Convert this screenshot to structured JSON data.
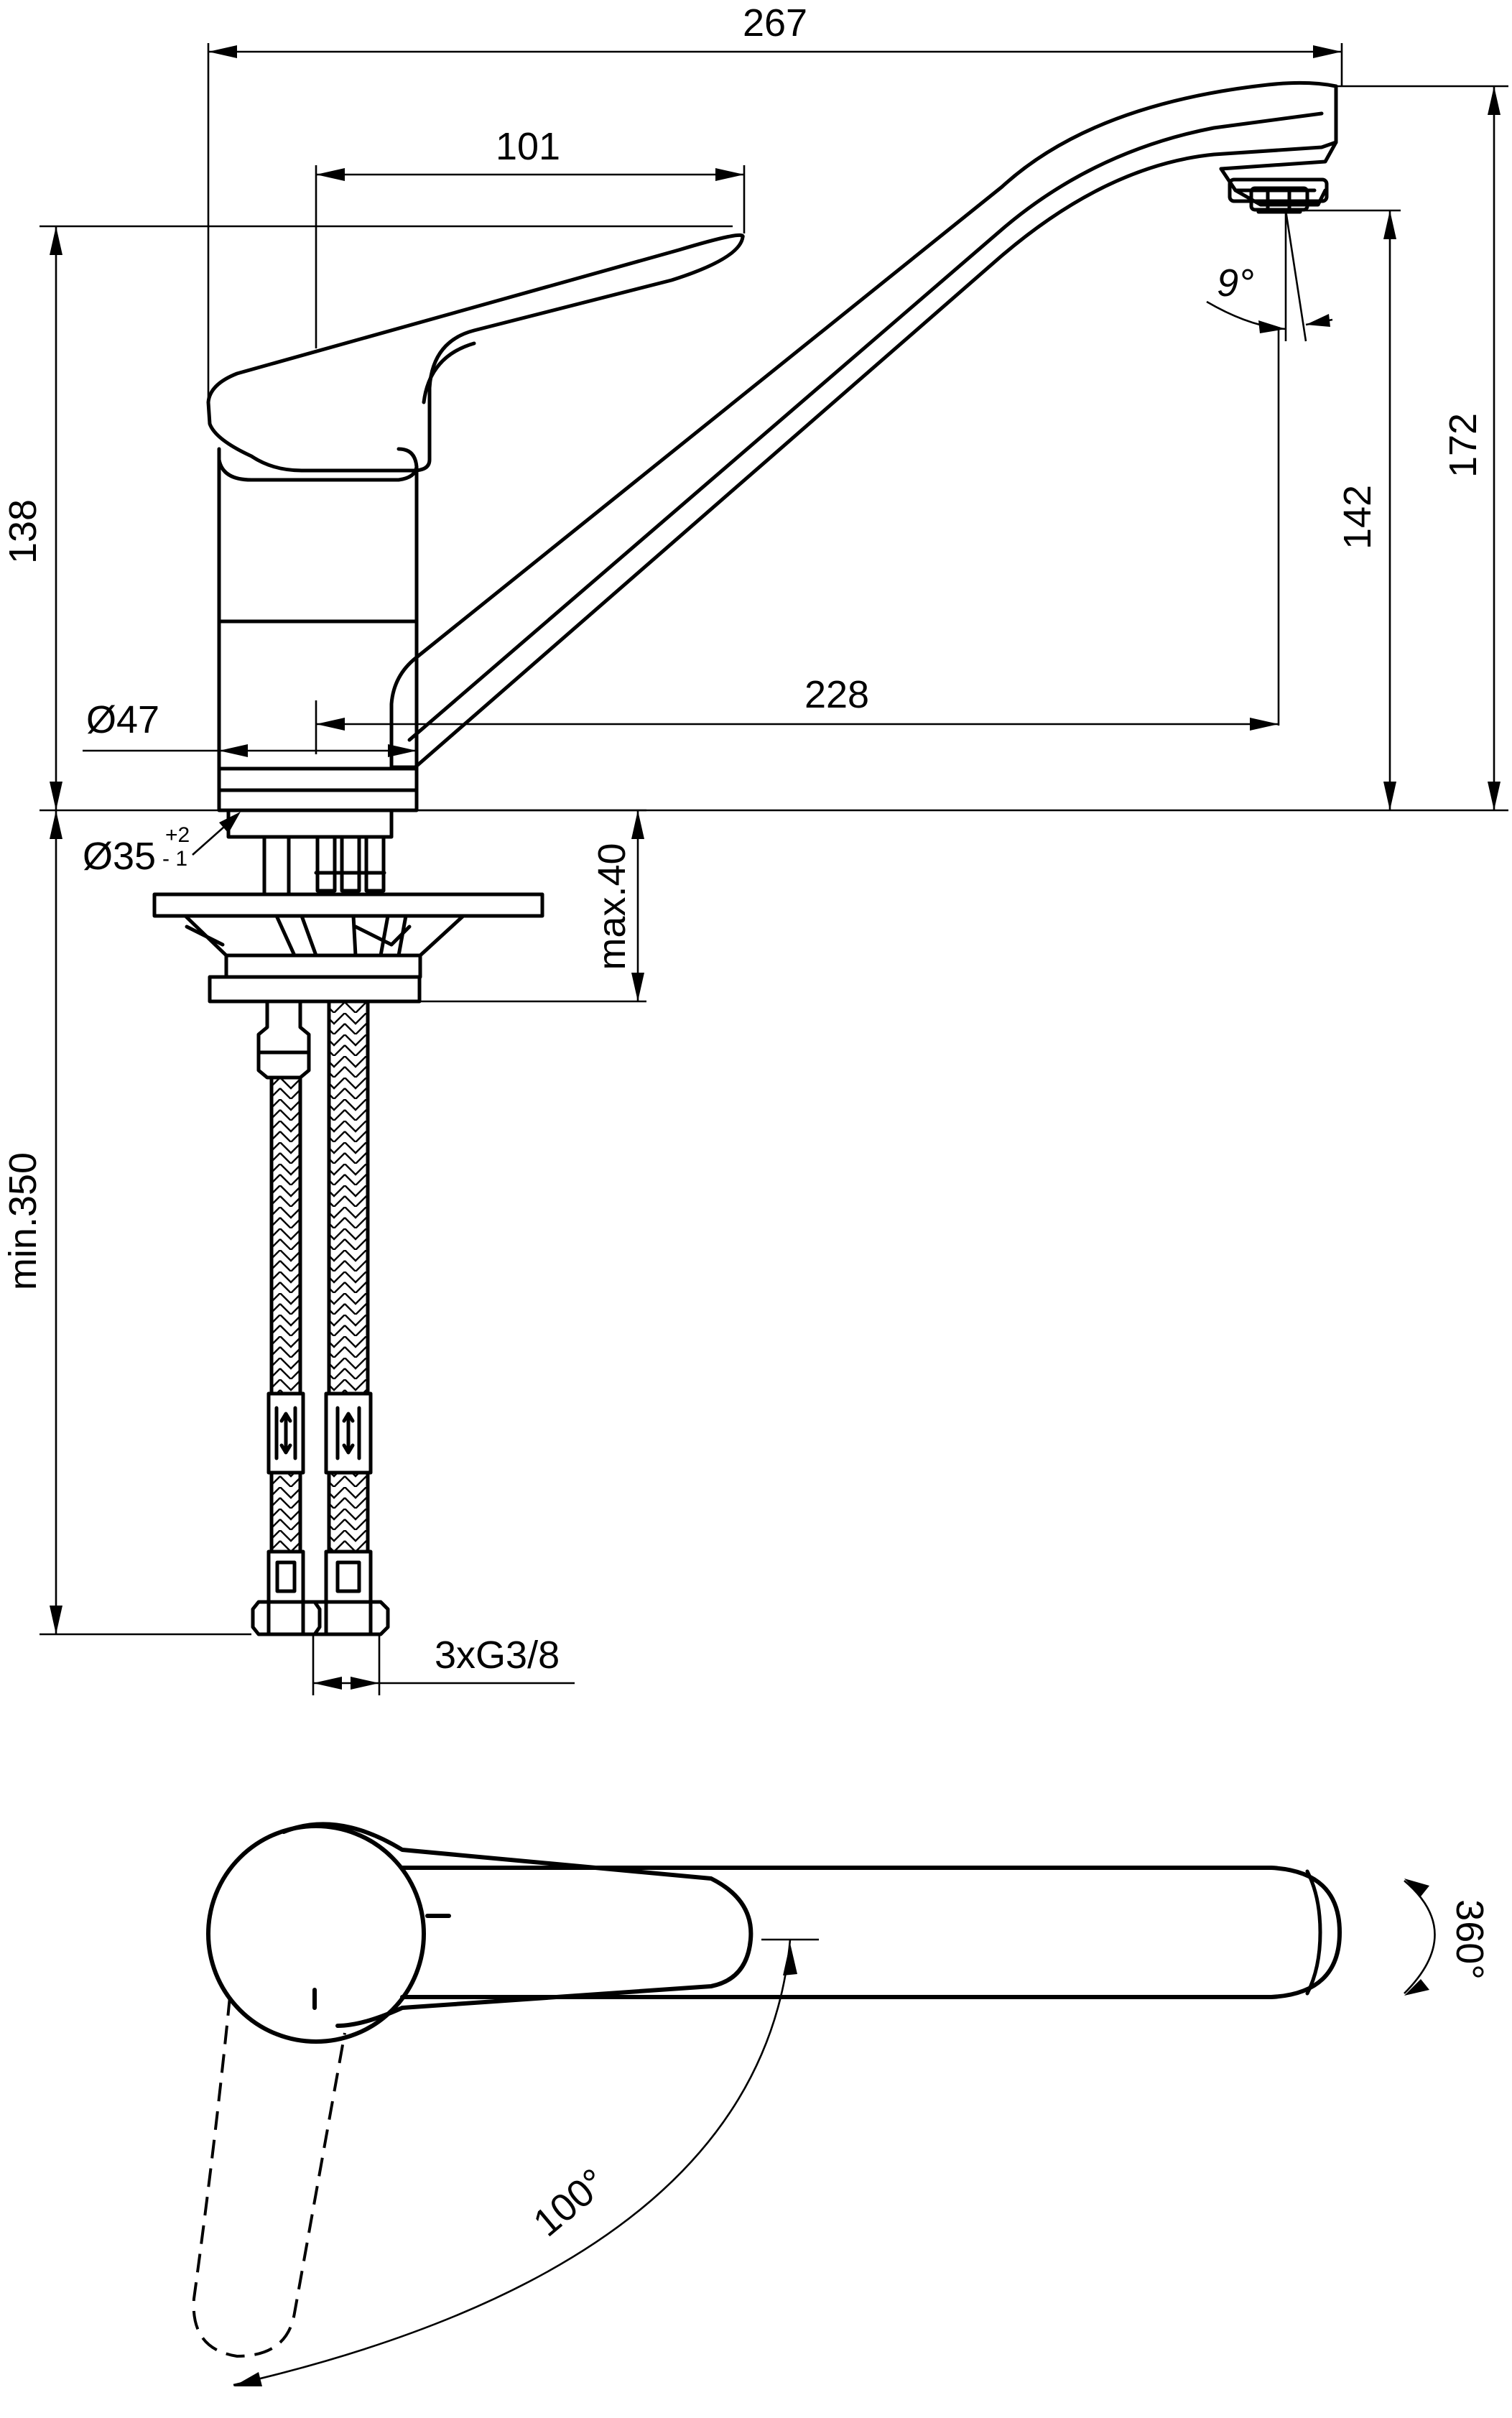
{
  "dimensions": {
    "total_width": "267",
    "lever_length": "101",
    "total_height": "138",
    "base_diameter": "Ø47",
    "spout_reach": "228",
    "spout_angle": "9°",
    "spout_height": "142",
    "overall_height": "172",
    "hole_diameter": "Ø35",
    "hole_tol_plus": "+2",
    "hole_tol_minus": "- 1",
    "max_thickness": "max.40",
    "min_hose_length": "min.350",
    "connection_thread": "3xG3/8",
    "spout_rotation": "360°",
    "lever_rotation": "100°"
  }
}
